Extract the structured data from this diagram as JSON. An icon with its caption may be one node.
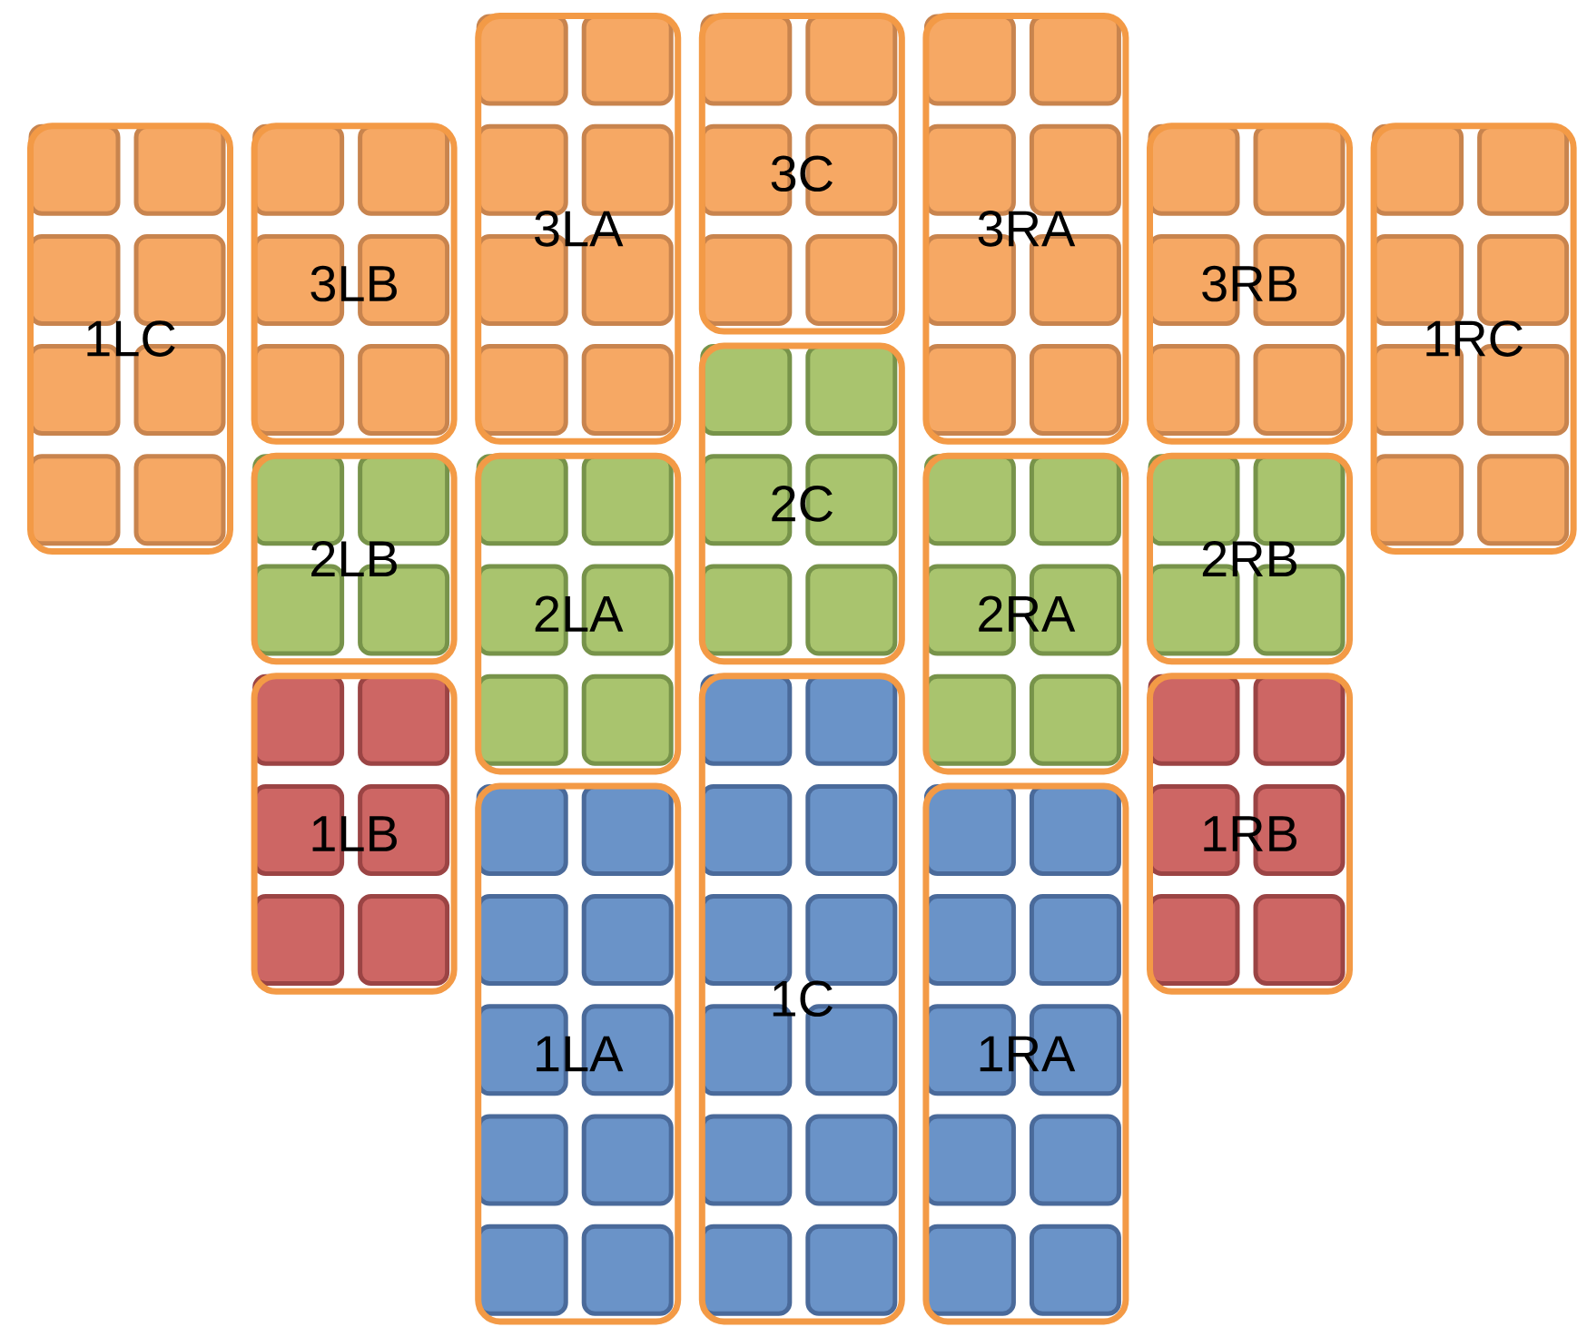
{
  "diagram": {
    "nodes": [
      {
        "text": [
          "3LA"
        ]
      },
      {
        "text": [
          "3C"
        ]
      },
      {
        "text": [
          "3RA"
        ]
      },
      {
        "text": [
          "1LC"
        ]
      },
      {
        "text": [
          "3LB"
        ]
      },
      {
        "text": [
          "3RB"
        ]
      },
      {
        "text": [
          "1RC"
        ]
      },
      {
        "text": [
          "2C"
        ]
      },
      {
        "text": [
          "2LB"
        ]
      },
      {
        "text": [
          "2LA"
        ]
      },
      {
        "text": [
          "2RA"
        ]
      },
      {
        "text": [
          "2RB"
        ]
      },
      {
        "text": [
          "1LB"
        ]
      },
      {
        "text": [
          "1RB"
        ]
      },
      {
        "text": [
          "1LA"
        ]
      },
      {
        "text": [
          "1C"
        ]
      },
      {
        "text": [
          "1RA"
        ]
      }
    ]
  }
}
